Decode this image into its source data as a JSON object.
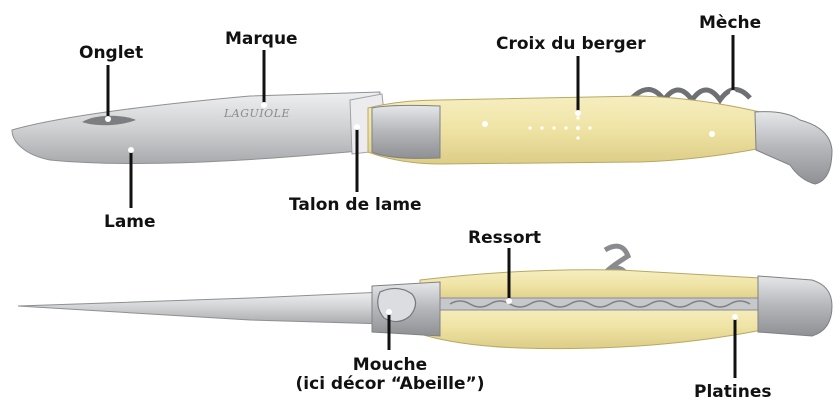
{
  "labels": {
    "onglet": "Onglet",
    "marque": "Marque",
    "croix": "Croix du berger",
    "meche": "Mèche",
    "lame": "Lame",
    "talon": "Talon de lame",
    "ressort": "Ressort",
    "mouche_line1": "Mouche",
    "mouche_line2": "(ici décor “Abeille”)",
    "platines": "Platines"
  },
  "engraving": "LAGUIOLE",
  "colors": {
    "handle": "#efe4a6",
    "blade": "#d3d4d6",
    "bolster": "#b9bbbf",
    "leader": "#111111"
  }
}
